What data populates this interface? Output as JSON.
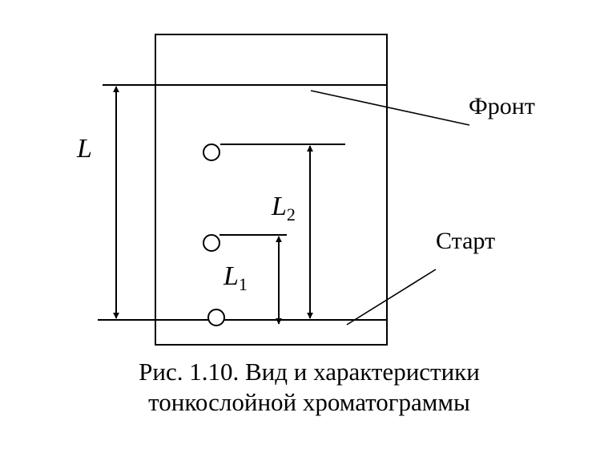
{
  "labels": {
    "front": "Фронт",
    "start": "Старт",
    "L": "L",
    "L1_main": "L",
    "L1_sub": "1",
    "L2_main": "L",
    "L2_sub": "2"
  },
  "caption": {
    "line1": "Рис. 1.10. Вид и характеристики",
    "line2": "тонкослойной хроматограммы"
  },
  "colors": {
    "ink": "#000000",
    "paper": "#ffffff"
  }
}
